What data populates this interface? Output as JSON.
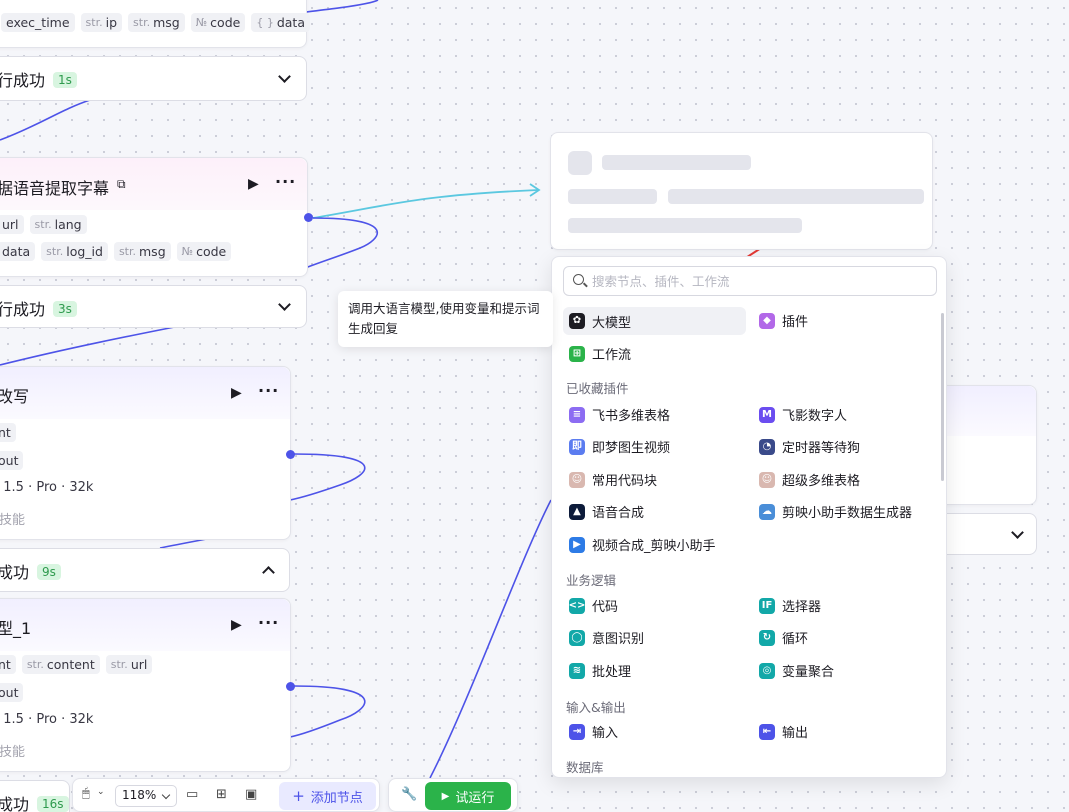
{
  "nodes": {
    "top_node": {
      "outputs": [
        "exec_time",
        "ip",
        "msg",
        "code",
        "data"
      ],
      "out_types": [
        "",
        "str.",
        "str.",
        "№",
        "{ }"
      ]
    },
    "status1": {
      "text": "行成功",
      "badge": "1s"
    },
    "subtitle_node": {
      "title": "据语音提取字幕",
      "inputs": [
        {
          "t": "",
          "n": "url"
        },
        {
          "t": "str.",
          "n": "lang"
        }
      ],
      "outputs": [
        {
          "t": "",
          "n": "data"
        },
        {
          "t": "str.",
          "n": "log_id"
        },
        {
          "t": "str.",
          "n": "msg"
        },
        {
          "t": "№",
          "n": "code"
        }
      ]
    },
    "status2": {
      "text": "行成功",
      "badge": "3s"
    },
    "rewrite_node": {
      "title": "改写",
      "input": "nt",
      "output": "out",
      "model": "· 1.5 · Pro · 32k",
      "skill": "技能"
    },
    "status3": {
      "text": "成功",
      "badge": "9s"
    },
    "llm1_node": {
      "title": "型_1",
      "inputs": [
        {
          "t": "",
          "n": "nt"
        },
        {
          "t": "str.",
          "n": "content"
        },
        {
          "t": "str.",
          "n": "url"
        }
      ],
      "output": "out",
      "model": "· 1.5 · Pro · 32k",
      "skill": "技能"
    },
    "status4": {
      "text": "成功",
      "badge": "16s"
    }
  },
  "popup": {
    "search_placeholder": "搜索节点、插件、工作流",
    "top_items": [
      {
        "label": "大模型",
        "icon": "llm-icon"
      },
      {
        "label": "插件",
        "icon": "plugin-icon"
      },
      {
        "label": "工作流",
        "icon": "workflow-icon"
      }
    ],
    "sections": {
      "favorites": "已收藏插件",
      "logic": "业务逻辑",
      "io": "输入&输出",
      "database": "数据库"
    },
    "favorites": [
      {
        "label": "飞书多维表格",
        "icon": "feishu-bitable-icon"
      },
      {
        "label": "飞影数字人",
        "icon": "feiying-icon"
      },
      {
        "label": "即梦图生视频",
        "icon": "jimeng-icon"
      },
      {
        "label": "定时器等待狗",
        "icon": "timer-dog-icon"
      },
      {
        "label": "常用代码块",
        "icon": "code-block-icon"
      },
      {
        "label": "超级多维表格",
        "icon": "super-table-icon"
      },
      {
        "label": "语音合成",
        "icon": "tts-icon"
      },
      {
        "label": "剪映小助手数据生成器",
        "icon": "jianying-data-icon"
      },
      {
        "label": "视频合成_剪映小助手",
        "icon": "video-compose-icon"
      }
    ],
    "logic": [
      {
        "label": "代码",
        "icon": "code-icon"
      },
      {
        "label": "选择器",
        "icon": "selector-icon"
      },
      {
        "label": "意图识别",
        "icon": "intent-icon"
      },
      {
        "label": "循环",
        "icon": "loop-icon"
      },
      {
        "label": "批处理",
        "icon": "batch-icon"
      },
      {
        "label": "变量聚合",
        "icon": "aggregate-icon"
      }
    ],
    "io": [
      {
        "label": "输入",
        "icon": "input-icon"
      },
      {
        "label": "输出",
        "icon": "output-icon"
      }
    ]
  },
  "tooltip": {
    "text": "调用大语言模型,使用变量和提示词生成回复"
  },
  "toolbar": {
    "zoom": "118%",
    "add_node": "添加节点",
    "run": "试运行"
  },
  "colors": {
    "accent": "#4d53e8",
    "run_green": "#2bb34a",
    "badge_bg": "#d8f5e0",
    "edge_cyan": "#5bc8e0",
    "arrow_red": "#e53935"
  }
}
